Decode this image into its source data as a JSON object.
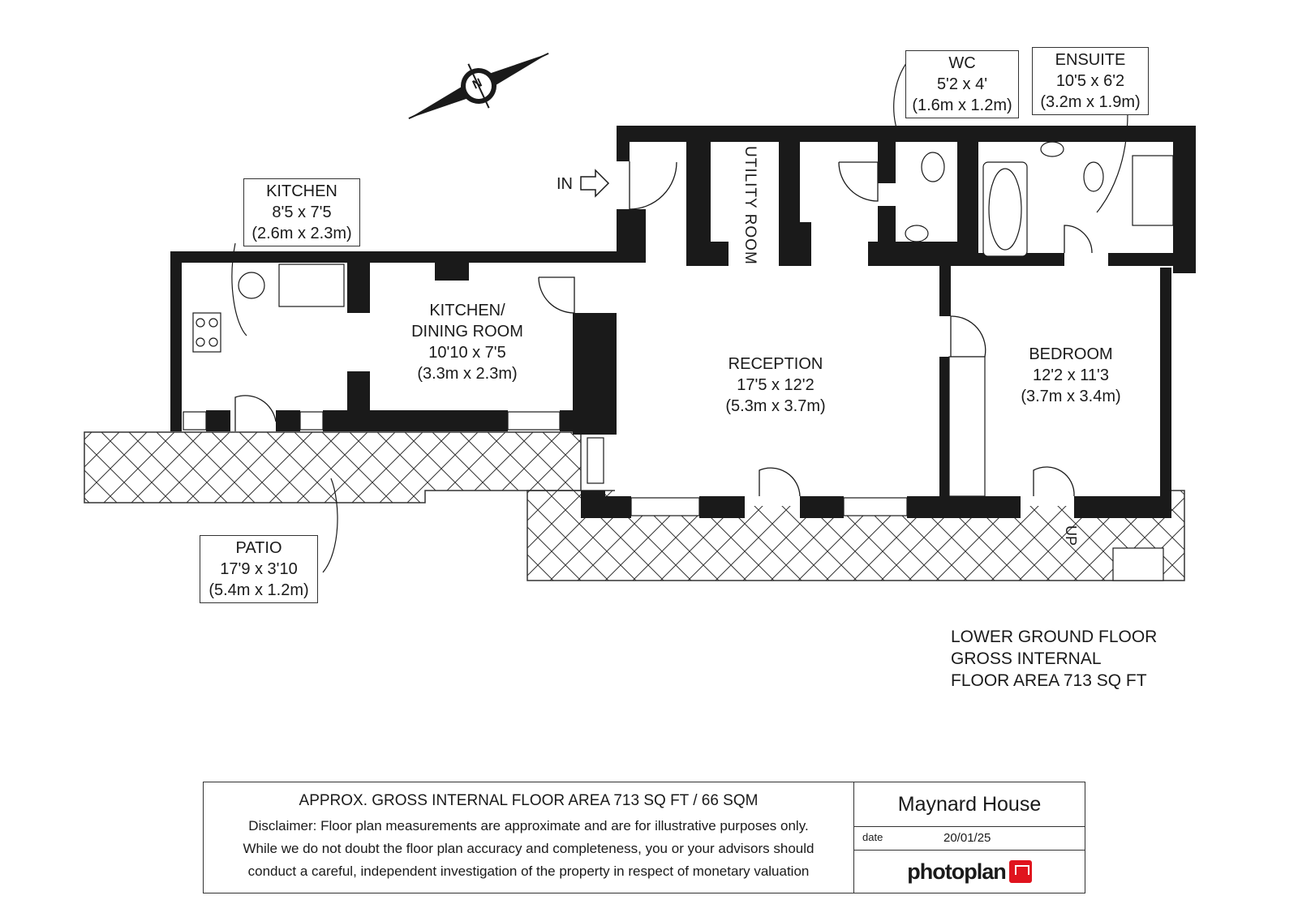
{
  "compass": {
    "label": "N"
  },
  "entrance": {
    "label": "IN"
  },
  "rooms": {
    "kitchen": {
      "name": "KITCHEN",
      "imperial": "8'5 x 7'5",
      "metric": "(2.6m x 2.3m)"
    },
    "kitchen_dining": {
      "name1": "KITCHEN/",
      "name2": "DINING ROOM",
      "imperial": "10'10 x 7'5",
      "metric": "(3.3m x 2.3m)"
    },
    "utility": {
      "name": "UTILITY ROOM"
    },
    "reception": {
      "name": "RECEPTION",
      "imperial": "17'5 x 12'2",
      "metric": "(5.3m x 3.7m)"
    },
    "wc": {
      "name": "WC",
      "imperial": "5'2 x 4'",
      "metric": "(1.6m x 1.2m)"
    },
    "ensuite": {
      "name": "ENSUITE",
      "imperial": "10'5 x 6'2",
      "metric": "(3.2m x 1.9m)"
    },
    "bedroom": {
      "name": "BEDROOM",
      "imperial": "12'2 x 11'3",
      "metric": "(3.7m x 3.4m)"
    },
    "patio": {
      "name": "PATIO",
      "imperial": "17'9 x 3'10",
      "metric": "(5.4m x 1.2m)"
    }
  },
  "stairs": {
    "label": "UP"
  },
  "floor_info": {
    "line1": "LOWER GROUND FLOOR",
    "line2": "GROSS INTERNAL",
    "line3": "FLOOR AREA 713 SQ FT"
  },
  "info_panel": {
    "area_heading": "APPROX. GROSS INTERNAL FLOOR AREA 713 SQ FT / 66 SQM",
    "disclaimer_line1": "Disclaimer: Floor plan measurements are approximate and are for illustrative purposes only.",
    "disclaimer_line2": "While we do not doubt the floor plan accuracy and completeness, you or your advisors should",
    "disclaimer_line3": "conduct a careful, independent investigation of the property in respect of monetary valuation",
    "property_name": "Maynard House",
    "date_label": "date",
    "date_value": "20/01/25",
    "brand": "photoplan"
  },
  "colors": {
    "wall": "#1a1a1a",
    "hatch": "#333333",
    "brand_red": "#e0141e"
  }
}
